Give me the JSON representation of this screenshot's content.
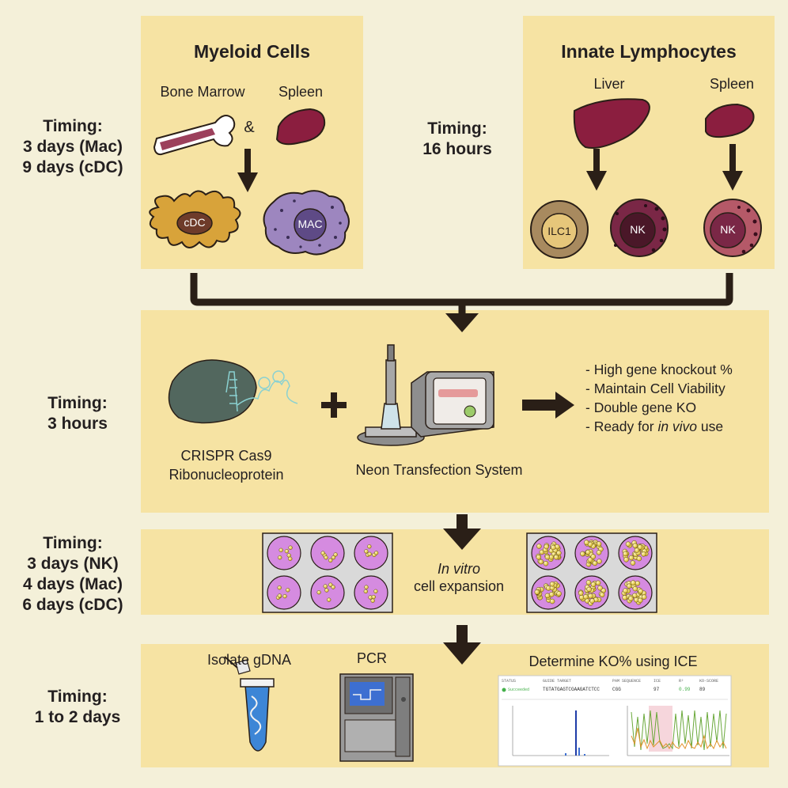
{
  "timings": {
    "myeloid": [
      "Timing:",
      "3 days (Mac)",
      "9 days (cDC)"
    ],
    "lymph": [
      "Timing:",
      "16 hours"
    ],
    "transfection": [
      "Timing:",
      "3 hours"
    ],
    "expansion": [
      "Timing:",
      "3 days (NK)",
      "4 days (Mac)",
      "6 days (cDC)"
    ],
    "analysis": [
      "Timing:",
      "1 to 2 days"
    ]
  },
  "myeloid": {
    "title": "Myeloid Cells",
    "source1": "Bone Marrow",
    "amp": "&",
    "source2": "Spleen",
    "cell1": "cDC",
    "cell2": "MAC"
  },
  "lymph": {
    "title": "Innate Lymphocytes",
    "source1": "Liver",
    "source2": "Spleen",
    "cell1": "ILC1",
    "cell2": "NK",
    "cell3": "NK"
  },
  "transfection": {
    "rnp_line1": "CRISPR Cas9",
    "rnp_line2": "Ribonucleoprotein",
    "device": "Neon Transfection System",
    "bullets": [
      "- High gene knockout %",
      "- Maintain Cell Viability",
      "- Double gene KO"
    ],
    "bullet4_prefix": "- Ready for ",
    "bullet4_italic": "in vivo",
    "bullet4_suffix": " use"
  },
  "expansion": {
    "italic": "In vitro",
    "text": "cell expansion"
  },
  "analysis": {
    "step1": "Isolate gDNA",
    "step2": "PCR",
    "step3": "Determine KO% using ICE",
    "ice": {
      "status_label": "STATUS",
      "status_value": "Succeeded",
      "guide_label": "GUIDE TARGET",
      "guide_value": "TGTATGAGTCGAAGATCTCC",
      "pam_label": "PAM SEQUENCE",
      "pam_value": "CGG",
      "ice_label": "ICE",
      "ice_value": "97",
      "r2_label": "R²",
      "r2_value": "0.99",
      "ko_label": "KO-SCORE",
      "ko_value": "89"
    }
  },
  "colors": {
    "background": "#f4f0d9",
    "panel": "#f6e3a3",
    "arrow": "#2a1f17",
    "tissue": "#8b1e3f",
    "cdc": "#d8a33a",
    "mac": "#9d86bf",
    "ilc1": "#a88a5f",
    "nk_liver": "#7a2746",
    "nk_spleen": "#b55968",
    "well": "#d58be0",
    "cas9": "#52675e",
    "tube": "#3d86d6"
  }
}
